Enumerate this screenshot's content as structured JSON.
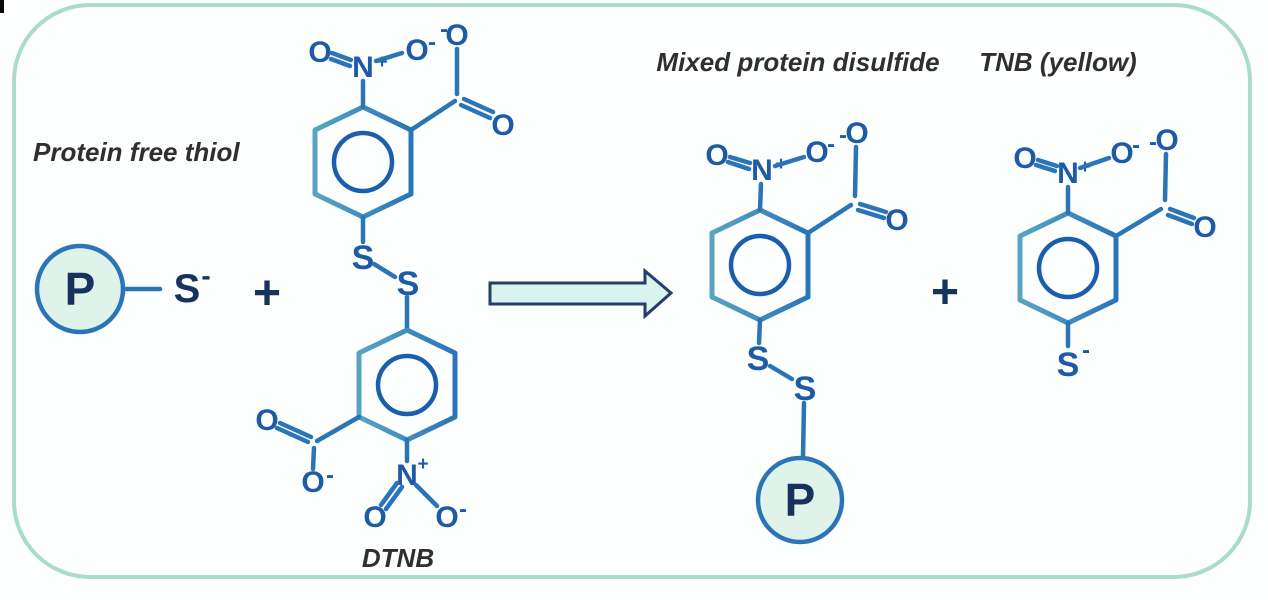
{
  "diagram": {
    "labels": {
      "reactant_left": "Protein free thiol",
      "reagent": "DTNB",
      "product_main": "Mixed protein disulfide",
      "product_byproduct": "TNB (yellow)"
    },
    "atoms": {
      "oxygen": "O",
      "nitrogen": "N",
      "sulfur": "S",
      "protein": "P"
    },
    "charges": {
      "minus": "-",
      "plus": "+"
    },
    "operators": {
      "plus": "+"
    },
    "colors": {
      "panel_border": "#abdbc9",
      "bond_blue": "#2a74b8",
      "ring_teal": "#57a5c2",
      "arom_blue": "#1b5ead",
      "atom_blue": "#1d5ba6",
      "dark_navy": "#17335d",
      "arrow_fill": "#d9f4ef",
      "arrow_stroke": "#243e69",
      "p_fill": "#e0f3ea",
      "label_color": "#2f2f2f"
    }
  }
}
